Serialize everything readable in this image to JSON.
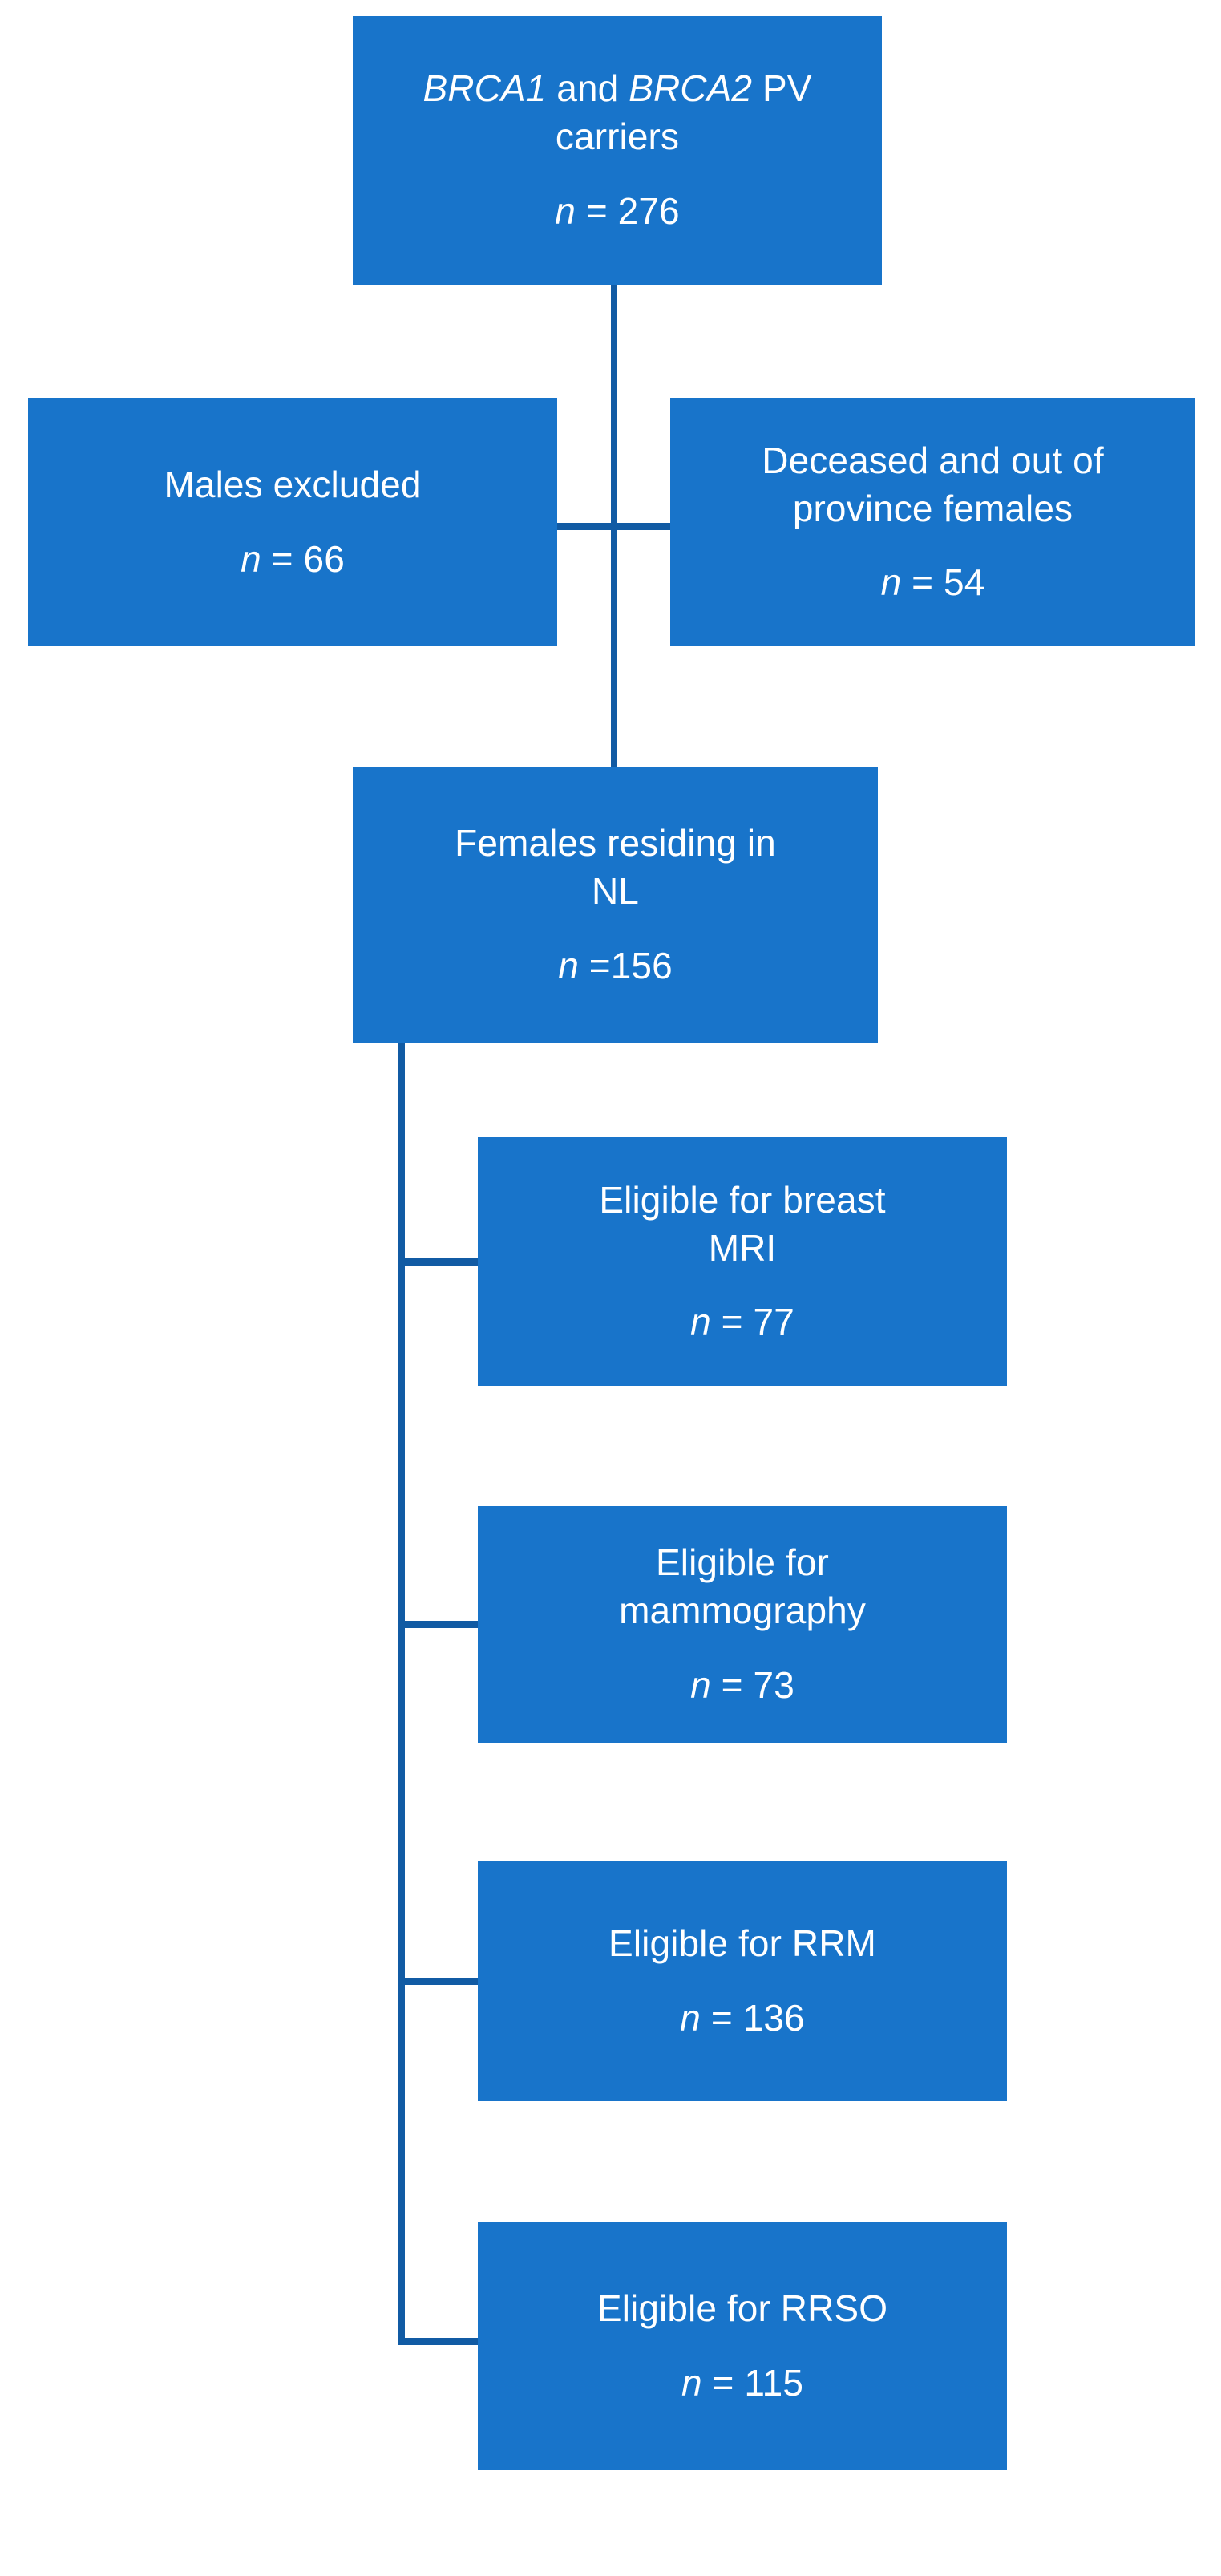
{
  "diagram": {
    "title": "BRCA1/BRCA2 pathogenic variant carrier study flow diagram",
    "colors": {
      "node_fill": "#1874CA",
      "node_text": "#FFFFFF",
      "connector": "#115BA4",
      "background": "#FFFFFF"
    },
    "nodes": [
      {
        "id": "root",
        "line1_italic_a": "BRCA1",
        "line1_mid": " and ",
        "line1_italic_b": "BRCA2",
        "line1_end": " PV",
        "line2": "carriers",
        "count_n": "n",
        "count_rest": " = 276"
      },
      {
        "id": "males-excluded",
        "line1": "Males excluded",
        "count_n": "n",
        "count_rest": " = 66"
      },
      {
        "id": "deceased-out-of-province",
        "line1": "Deceased and out of",
        "line2": "province females",
        "count_n": "n",
        "count_rest": " = 54"
      },
      {
        "id": "females-residing-nl",
        "line1": "Females residing in",
        "line2": "NL",
        "count_n": "n",
        "count_rest": " =156"
      },
      {
        "id": "eligible-breast-mri",
        "line1": "Eligible for breast",
        "line2": "MRI",
        "count_n": "n",
        "count_rest": " = 77"
      },
      {
        "id": "eligible-mammography",
        "line1": "Eligible for",
        "line2": "mammography",
        "count_n": "n",
        "count_rest": " = 73"
      },
      {
        "id": "eligible-rrm",
        "line1": "Eligible for RRM",
        "count_n": "n",
        "count_rest": " = 136"
      },
      {
        "id": "eligible-rrso",
        "line1": "Eligible for RRSO",
        "count_n": "n",
        "count_rest": " = 115"
      }
    ]
  }
}
